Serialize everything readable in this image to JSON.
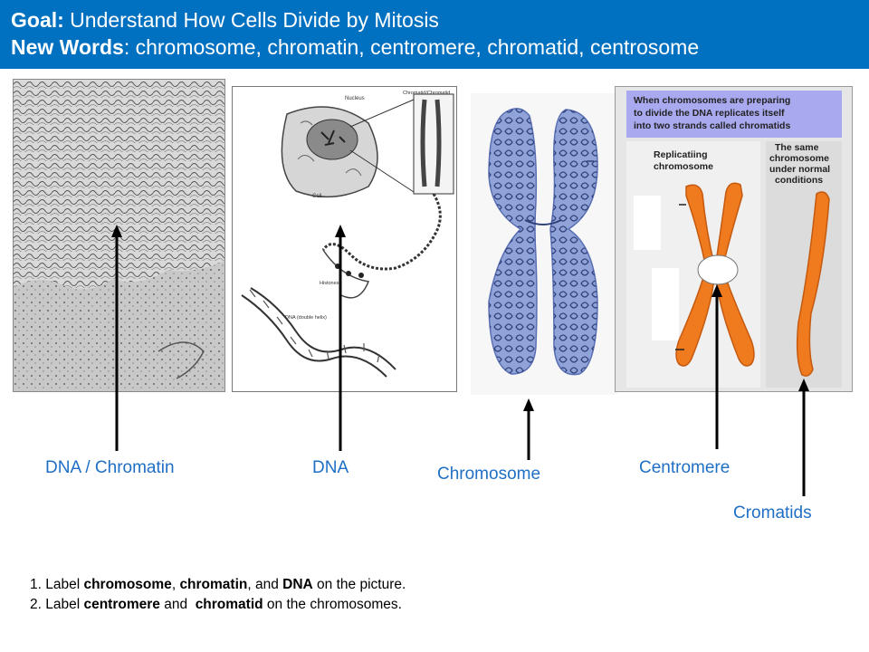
{
  "header": {
    "goal_prefix": "Goal:",
    "goal_text": " Understand How Cells Divide by Mitosis",
    "words_prefix": "New Words",
    "words_text": ": chromosome, chromatin, centromere, chromatid, centrosome"
  },
  "figure_dna": {
    "nucleus_label": "Nucleus",
    "chromatid_label": "Chromatid/Chromatid",
    "cell_label": "Cell",
    "histones_label": "Histones",
    "helix_label": "DNA (double helix)"
  },
  "figure_chromatid": {
    "banner_text_1": "When chromosomes are preparing",
    "banner_text_2": "to divide the DNA replicates itself",
    "banner_text_3": "into two strands called chromatids",
    "left_title_1": "Replicatiing",
    "left_title_2": "chromosome",
    "right_title_1": "The same",
    "right_title_2": "chromosome",
    "right_title_3": "under normal",
    "right_title_4": "conditions"
  },
  "labels": {
    "chromatin": "DNA / Chromatin",
    "dna": "DNA",
    "chromosome": "Chromosome",
    "centromere": "Centromere",
    "cromatids": "Cromatids"
  },
  "instructions": {
    "line1_a": "1. Label ",
    "line1_b": "chromosome",
    "line1_c": ", ",
    "line1_d": "chromatin",
    "line1_e": ", and ",
    "line1_f": "DNA",
    "line1_g": " on the picture.",
    "line2_a": "2. Label ",
    "line2_b": "centromere",
    "line2_c": " and  ",
    "line2_d": "chromatid",
    "line2_e": " on the chromosomes."
  },
  "colors": {
    "header_bg": "#0070c0",
    "label_blue": "#1f6fc5",
    "chromosome_blue": "#8fa3d8",
    "chromatid_orange": "#f07a1e",
    "banner_lavender": "#a9a9f0"
  }
}
